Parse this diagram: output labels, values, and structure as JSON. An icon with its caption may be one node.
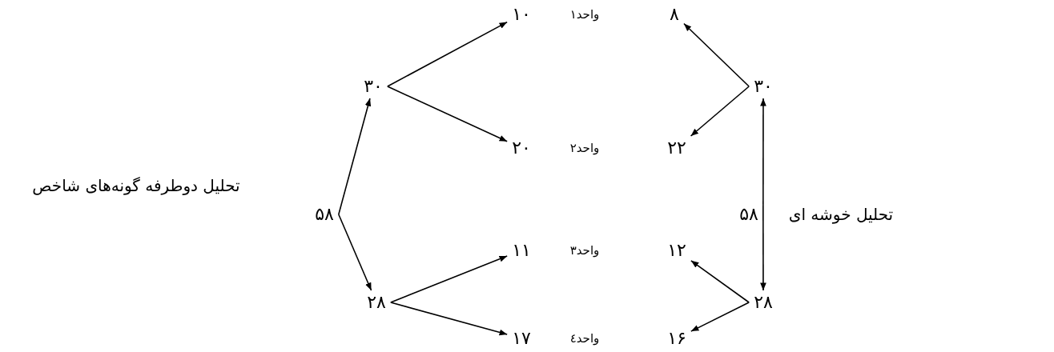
{
  "diagram": {
    "nodes": [
      {
        "text": [
          "۵۸"
        ]
      },
      {
        "text": [
          "۳۰"
        ]
      },
      {
        "text": [
          "۲۸"
        ]
      },
      {
        "text": [
          "۱۰"
        ]
      },
      {
        "text": [
          "۲۰"
        ]
      },
      {
        "text": [
          "۱۱"
        ]
      },
      {
        "text": [
          "۱۷"
        ]
      },
      {
        "text": [
          "۸"
        ]
      },
      {
        "text": [
          "۲۲"
        ]
      },
      {
        "text": [
          "۱۲"
        ]
      },
      {
        "text": [
          "۱۶"
        ]
      },
      {
        "text": [
          "۳۰"
        ]
      },
      {
        "text": [
          "۲۸"
        ]
      },
      {
        "text": [
          "۵۸"
        ]
      }
    ],
    "edges": [
      {
        "from": 0,
        "to": 1,
        "arrow": "to"
      },
      {
        "from": 0,
        "to": 2,
        "arrow": "to"
      },
      {
        "from": 1,
        "to": 3,
        "arrow": "to"
      },
      {
        "from": 1,
        "to": 4,
        "arrow": "to"
      },
      {
        "from": 2,
        "to": 5,
        "arrow": "to"
      },
      {
        "from": 2,
        "to": 6,
        "arrow": "to"
      },
      {
        "from": 13,
        "to": 11,
        "arrow": "to"
      },
      {
        "from": 13,
        "to": 12,
        "arrow": "to"
      },
      {
        "from": 11,
        "to": 7,
        "arrow": "to"
      },
      {
        "from": 11,
        "to": 8,
        "arrow": "to"
      },
      {
        "from": 12,
        "to": 9,
        "arrow": "to"
      },
      {
        "from": 12,
        "to": 10,
        "arrow": "to"
      }
    ],
    "labels": [
      "واحد۱",
      "تحليل دوطرفه گونه‌های شاخص",
      "واحد۲",
      "تحليل خوشه ای",
      "واحد۳",
      "واحد٤"
    ]
  }
}
